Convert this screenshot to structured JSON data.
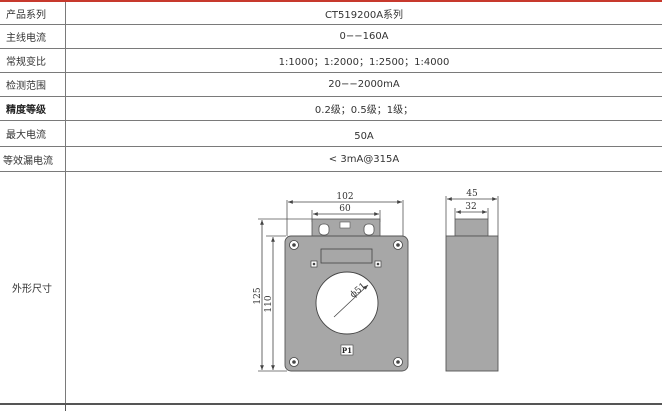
{
  "rows": [
    {
      "label": "产品系列",
      "value": "CT519200A系列"
    },
    {
      "label": "主线电流",
      "value": "0−−160A"
    },
    {
      "label": "常规变比",
      "value": "1:1000；1:2000；1:2500；1:4000"
    },
    {
      "label": "检测范围",
      "value": "20−−2000mA"
    },
    {
      "label": "精度等级",
      "value": "0.2级；0.5级；1级；"
    },
    {
      "label": "最大电流",
      "value": "50A"
    },
    {
      "label": "等效漏电流",
      "value": "< 3mA@315A"
    },
    {
      "label": "外形尺寸",
      "value": ""
    }
  ],
  "drawing": {
    "front_outer_width": "102",
    "front_inner_width": "60",
    "front_outer_height": "125",
    "front_inner_height": "110",
    "hole_diameter": "ϕ51",
    "terminal_mark": "P1",
    "side_outer_width": "45",
    "side_inner_width": "32"
  },
  "colors": {
    "accent": "#c7392d",
    "body": "#a7a7a7",
    "line": "#7a7a7a"
  }
}
